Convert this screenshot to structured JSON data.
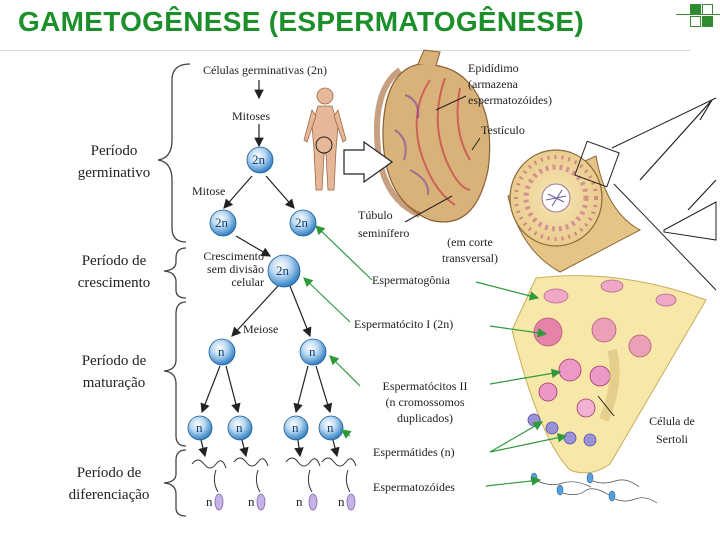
{
  "title": "GAMETOGÊNESE (ESPERMATOGÊNESE)",
  "periods": [
    {
      "line1": "Período",
      "line2": "germinativo"
    },
    {
      "line1": "Período de",
      "line2": "crescimento"
    },
    {
      "line1": "Período de",
      "line2": "maturação"
    },
    {
      "line1": "Período de",
      "line2": "diferenciação"
    }
  ],
  "stages": {
    "germ_cells": "Células germinativas (2n)",
    "mitoses": "Mitoses",
    "mitose": "Mitose",
    "growth": [
      "Crescimento",
      "sem divisão",
      "celular"
    ],
    "meiosis": "Meiose"
  },
  "ploidy": {
    "diploid": "2n",
    "haploid": "n"
  },
  "anatomy": {
    "epididymis": [
      "Epidídimo",
      "(armazena",
      "espermatozóides)"
    ],
    "testis": "Testículo",
    "tubule": [
      "Túbulo",
      "seminífero"
    ],
    "cross_section": [
      "(em corte",
      "transversal)"
    ],
    "sertoli": [
      "Célula de",
      "Sertoli"
    ]
  },
  "callouts": {
    "spermatogonia": "Espermatogônia",
    "spermatocyte_1": "Espermatócito I (2n)",
    "spermatocyte_2": [
      "Espermatócitos II",
      "(n cromossomos",
      "duplicados)"
    ],
    "spermatids": "Espermátides (n)",
    "spermatozoa": "Espermatozóides"
  },
  "colors": {
    "title": "#1d8f2a",
    "arrow_green": "#2f9a3a",
    "cell_blue": "#2f7fc4",
    "sperm_purple": "#b49ad8"
  }
}
